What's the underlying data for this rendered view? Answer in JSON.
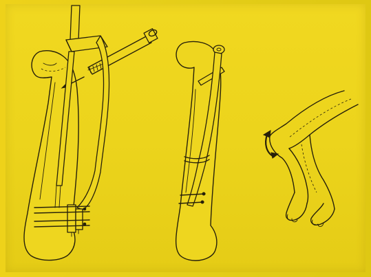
{
  "figures": [
    {
      "id": "femur-with-jig"
    },
    {
      "id": "femur-with-nail"
    },
    {
      "id": "knee-flexion"
    }
  ],
  "colors": {
    "paper": "#e8d018",
    "ink": "#26200a"
  },
  "icons": [
    "insertion-arrow-icon",
    "rotation-arrow-icon"
  ]
}
